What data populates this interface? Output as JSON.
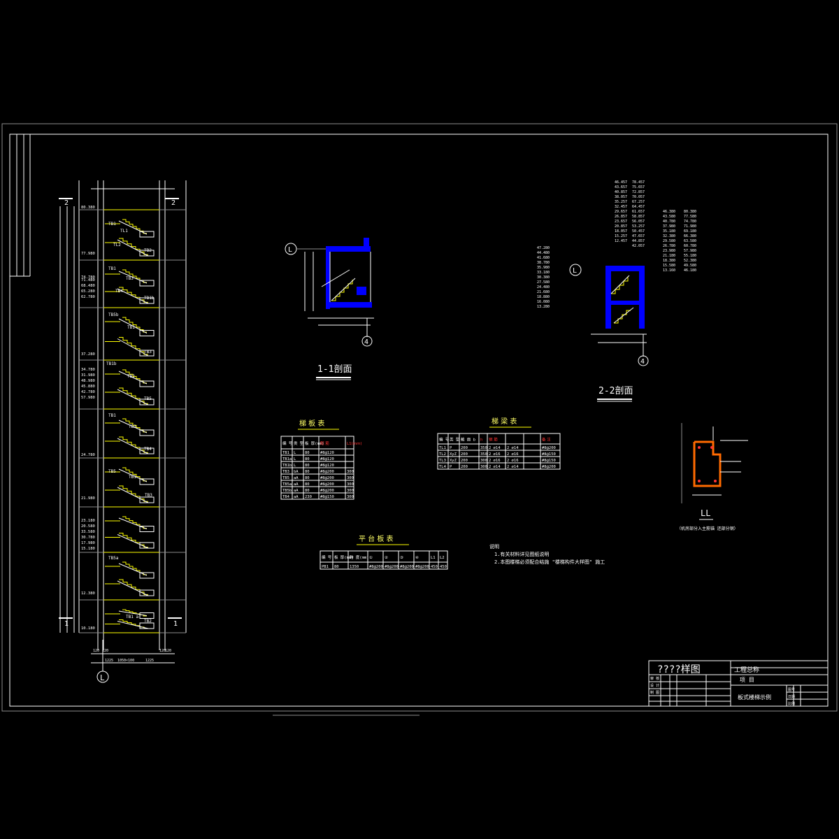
{
  "drawing": {
    "sections": {
      "s11": {
        "label": "1-1剖面"
      },
      "s22": {
        "label": "2-2剖面"
      },
      "ll": {
        "label": "LL",
        "note": "（机房部分入主筋锚 还部分钢）"
      }
    },
    "axes": {
      "L": "L",
      "four": "4",
      "one": "1",
      "two": "2"
    },
    "elev_left": [
      "80.380",
      "77.980",
      "74.780",
      "71.480",
      "68.480",
      "65.280",
      "62.780",
      "37.280",
      "34.780",
      "31.980",
      "48.980",
      "45.880",
      "42.780",
      "57.980",
      "24.780",
      "21.980",
      "23.180",
      "20.580",
      "33.580",
      "30.780",
      "17.980",
      "15.180",
      "12.380",
      "10.180"
    ],
    "elev_22_left": [
      "47.280",
      "44.480",
      "41.680",
      "38.780",
      "35.980",
      "33.180",
      "30.380",
      "27.580",
      "24.480",
      "21.680",
      "18.880",
      "16.080",
      "13.280"
    ],
    "elev_22_mid": [
      "46.457",
      "43.657",
      "40.857",
      "38.057",
      "35.257",
      "32.457",
      "29.657",
      "26.857",
      "23.657",
      "20.857",
      "18.057",
      "15.257",
      "12.457",
      "78.457",
      "75.657",
      "72.857",
      "70.057",
      "67.257",
      "64.457",
      "61.657",
      "58.857",
      "56.057",
      "53.257",
      "50.457",
      "47.657",
      "44.857",
      "42.057"
    ],
    "elev_22_right": [
      "46.380",
      "43.580",
      "40.780",
      "37.980",
      "35.180",
      "32.380",
      "29.580",
      "26.780",
      "23.980",
      "21.180",
      "18.380",
      "15.580",
      "13.160",
      "80.380",
      "77.580",
      "74.780",
      "71.980",
      "69.180",
      "66.380",
      "63.580",
      "60.780",
      "57.980",
      "55.180",
      "52.380",
      "49.580",
      "46.180"
    ],
    "stair_labels": [
      "TB1",
      "TL1",
      "TL2",
      "TB2",
      "TB1",
      "TB3",
      "TB4",
      "TB1b",
      "TB5b",
      "TB1",
      "TB3",
      "TB1b",
      "TB2",
      "TB5",
      "TB1",
      "TB3",
      "TB4",
      "TB5",
      "TB1",
      "TB3",
      "TB5a",
      "TB1 a",
      "TB2"
    ],
    "dims_bottom": [
      "120",
      "120",
      "1225",
      "1050×100",
      "1225",
      "120",
      "120"
    ]
  },
  "tables": {
    "slab": {
      "title": "梯 板 表",
      "headers": [
        "编 号",
        "类 型",
        "板 厚(mm)",
        "配 筋",
        "L1(mm)"
      ],
      "rows": [
        [
          "TB1",
          "L",
          "80",
          "#8@120",
          ""
        ],
        [
          "TB1a",
          "L",
          "80",
          "#8@120",
          ""
        ],
        [
          "TB1b",
          "L",
          "80",
          "#8@120",
          ""
        ],
        [
          "TB3",
          "bA",
          "80",
          "#8@200",
          "300"
        ],
        [
          "TB5",
          "aA",
          "80",
          "#8@200",
          "300"
        ],
        [
          "TB5a",
          "aA",
          "80",
          "#8@200",
          "300"
        ],
        [
          "TB5b",
          "aA",
          "80",
          "#8@200",
          "300"
        ],
        [
          "TB4",
          "aA",
          "230",
          "#8@150",
          "300"
        ]
      ]
    },
    "beam": {
      "title": "梯 梁 表",
      "headers": [
        "编 号",
        "类 型",
        "截 面 b",
        "h",
        "钢 筋",
        "",
        "",
        "备 注"
      ],
      "rows": [
        [
          "TL1",
          "P",
          "200",
          "350",
          "2 ⌀14",
          "2 ⌀14",
          "",
          "#8@200"
        ],
        [
          "TL2",
          "XyZ",
          "200",
          "350",
          "2 ⌀16",
          "2 ⌀16",
          "",
          "#8@150"
        ],
        [
          "TL3",
          "XyZ",
          "200",
          "300",
          "2 ⌀16",
          "2 ⌀16",
          "",
          "#8@150"
        ],
        [
          "TL4",
          "P",
          "200",
          "300",
          "2 ⌀14",
          "2 ⌀14",
          "",
          "#8@200"
        ]
      ]
    },
    "platform": {
      "title": "平 台 板 表",
      "headers": [
        "编 号",
        "板 厚(mm)",
        "跨 度(mm)",
        "①",
        "②",
        "③",
        "④",
        "L1",
        "L2"
      ],
      "rows": [
        [
          "PB1",
          "80",
          "1350",
          "#8@200",
          "#8@200",
          "#8@200",
          "#8@200",
          "450",
          "450"
        ]
      ]
    }
  },
  "notes": {
    "title": "说明",
    "items": [
      "1.有关材料详见图纸说明",
      "2.本图楼梯必须配合结施 \"楼梯构件大样图\" 施工"
    ]
  },
  "titleblock": {
    "project_label": "????样图",
    "design_label": "工程总称",
    "item_label": "项 目",
    "drawing_name": "板式楼梯示例",
    "cells": [
      "审 核",
      "设 计",
      "制 图",
      "图号",
      "日期",
      "比例"
    ]
  },
  "colors": {
    "background": "#000000",
    "line": "#ffffff",
    "accent_blue": "#0000ff",
    "accent_red": "#ff3333",
    "accent_yellow": "#ffff00"
  }
}
